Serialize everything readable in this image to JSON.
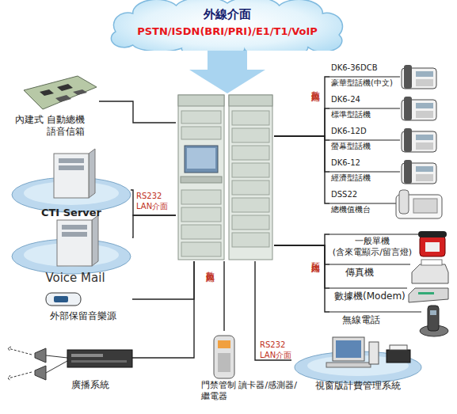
{
  "diagram": {
    "nodes": [
      {
        "text": [
          "外線介面",
          "PSTN/ISDN(BRI/PRI)/E1/T1/VoIP"
        ]
      },
      {
        "text": []
      },
      {
        "text": [
          "內建式 自動總機 語音信箱"
        ]
      },
      {
        "text": [
          "CTI Server"
        ]
      },
      {
        "text": [
          "Voice Mail"
        ]
      },
      {
        "text": [
          "外部保留音樂源"
        ]
      },
      {
        "text": [
          "廣播系統"
        ]
      },
      {
        "text": [
          "門禁管制 讀卡器/感測器/繼電器"
        ]
      },
      {
        "text": [
          "視窗版計費管理系統"
        ]
      },
      {
        "text": [
          "DK6-36DCB",
          "豪華型話機(中文)"
        ]
      },
      {
        "text": [
          "DK6-24",
          "標準型話機"
        ]
      },
      {
        "text": [
          "DK6-12D",
          "螢幕型話機"
        ]
      },
      {
        "text": [
          "DK6-12",
          "經濟型話機"
        ]
      },
      {
        "text": [
          "DSS22",
          "總機值機台"
        ]
      },
      {
        "text": [
          "一般單機 (含來電顯示/留言燈)"
        ]
      },
      {
        "text": [
          "傳真機"
        ]
      },
      {
        "text": [
          "數據機(Modem)"
        ]
      },
      {
        "text": [
          "無線電話"
        ]
      }
    ],
    "edges": [
      {
        "from": 0,
        "to": 1,
        "arrow": "to"
      },
      {
        "from": 2,
        "to": 1,
        "arrow": "none"
      },
      {
        "from": 3,
        "to": 1,
        "arrow": "none",
        "label": "RS232 LAN介面"
      },
      {
        "from": 4,
        "to": 1,
        "arrow": "none"
      },
      {
        "from": 5,
        "to": 1,
        "arrow": "none"
      },
      {
        "from": 6,
        "to": 1,
        "arrow": "none"
      },
      {
        "from": 7,
        "to": 1,
        "arrow": "none",
        "label": "數位內線"
      },
      {
        "from": 8,
        "to": 1,
        "arrow": "none",
        "label": "RS232 LAN介面"
      },
      {
        "from": 9,
        "to": 1,
        "arrow": "none",
        "label": "數位內線"
      },
      {
        "from": 10,
        "to": 1,
        "arrow": "none"
      },
      {
        "from": 11,
        "to": 1,
        "arrow": "none"
      },
      {
        "from": 12,
        "to": 1,
        "arrow": "none"
      },
      {
        "from": 13,
        "to": 1,
        "arrow": "none"
      },
      {
        "from": 14,
        "to": 1,
        "arrow": "none",
        "label": "類比內線"
      },
      {
        "from": 15,
        "to": 1,
        "arrow": "none"
      },
      {
        "from": 16,
        "to": 1,
        "arrow": "none"
      },
      {
        "from": 17,
        "to": 1,
        "arrow": "none"
      }
    ]
  }
}
